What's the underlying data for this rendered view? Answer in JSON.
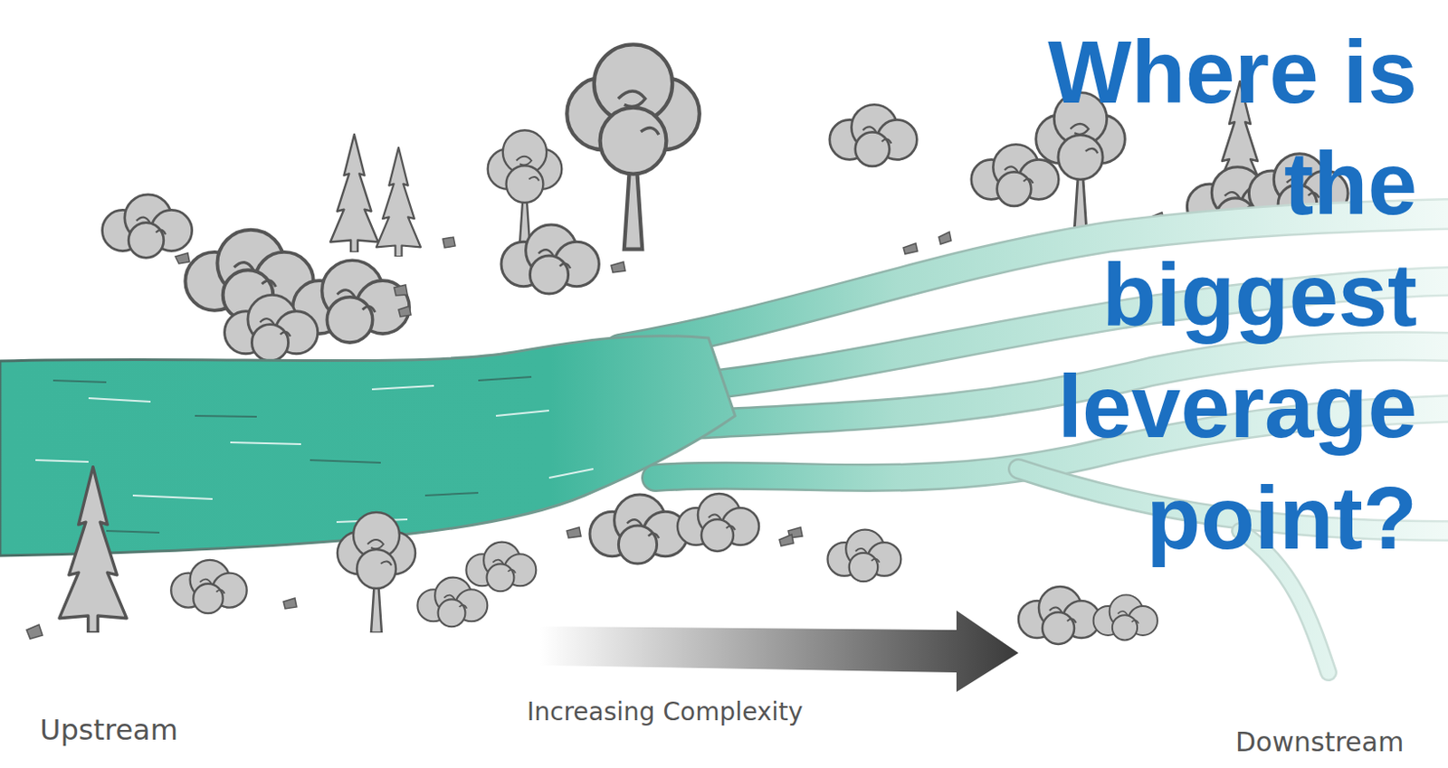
{
  "diagram": {
    "title": "Where is the biggest leverage point?",
    "labels": [
      "Upstream",
      "Increasing Complexity",
      "Downstream"
    ]
  }
}
